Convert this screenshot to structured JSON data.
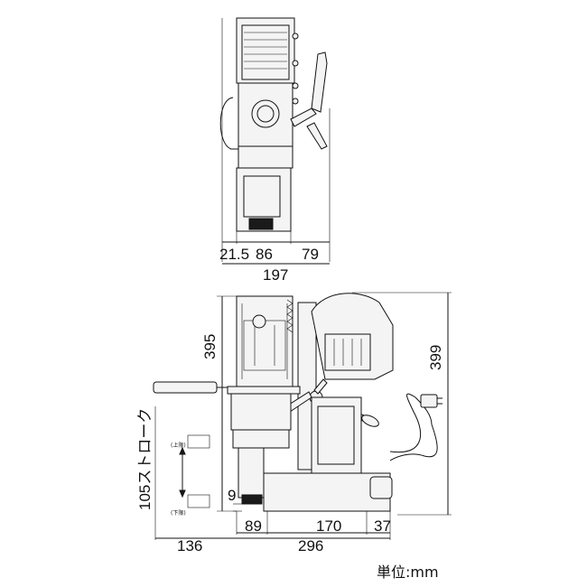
{
  "top_view": {
    "dims": {
      "a": "21.5",
      "b": "86",
      "c": "79",
      "total": "197"
    }
  },
  "side_view": {
    "height_dims": {
      "left": "395",
      "right": "399"
    },
    "stroke_label": "105ストローク",
    "stroke_upper_label": "(上限)",
    "stroke_lower_label": "(下限)",
    "base_gap": "9",
    "width_dims": {
      "a": "89",
      "b": "170",
      "c": "37",
      "handle": "136",
      "total": "296"
    }
  },
  "unit": "単位:mm"
}
